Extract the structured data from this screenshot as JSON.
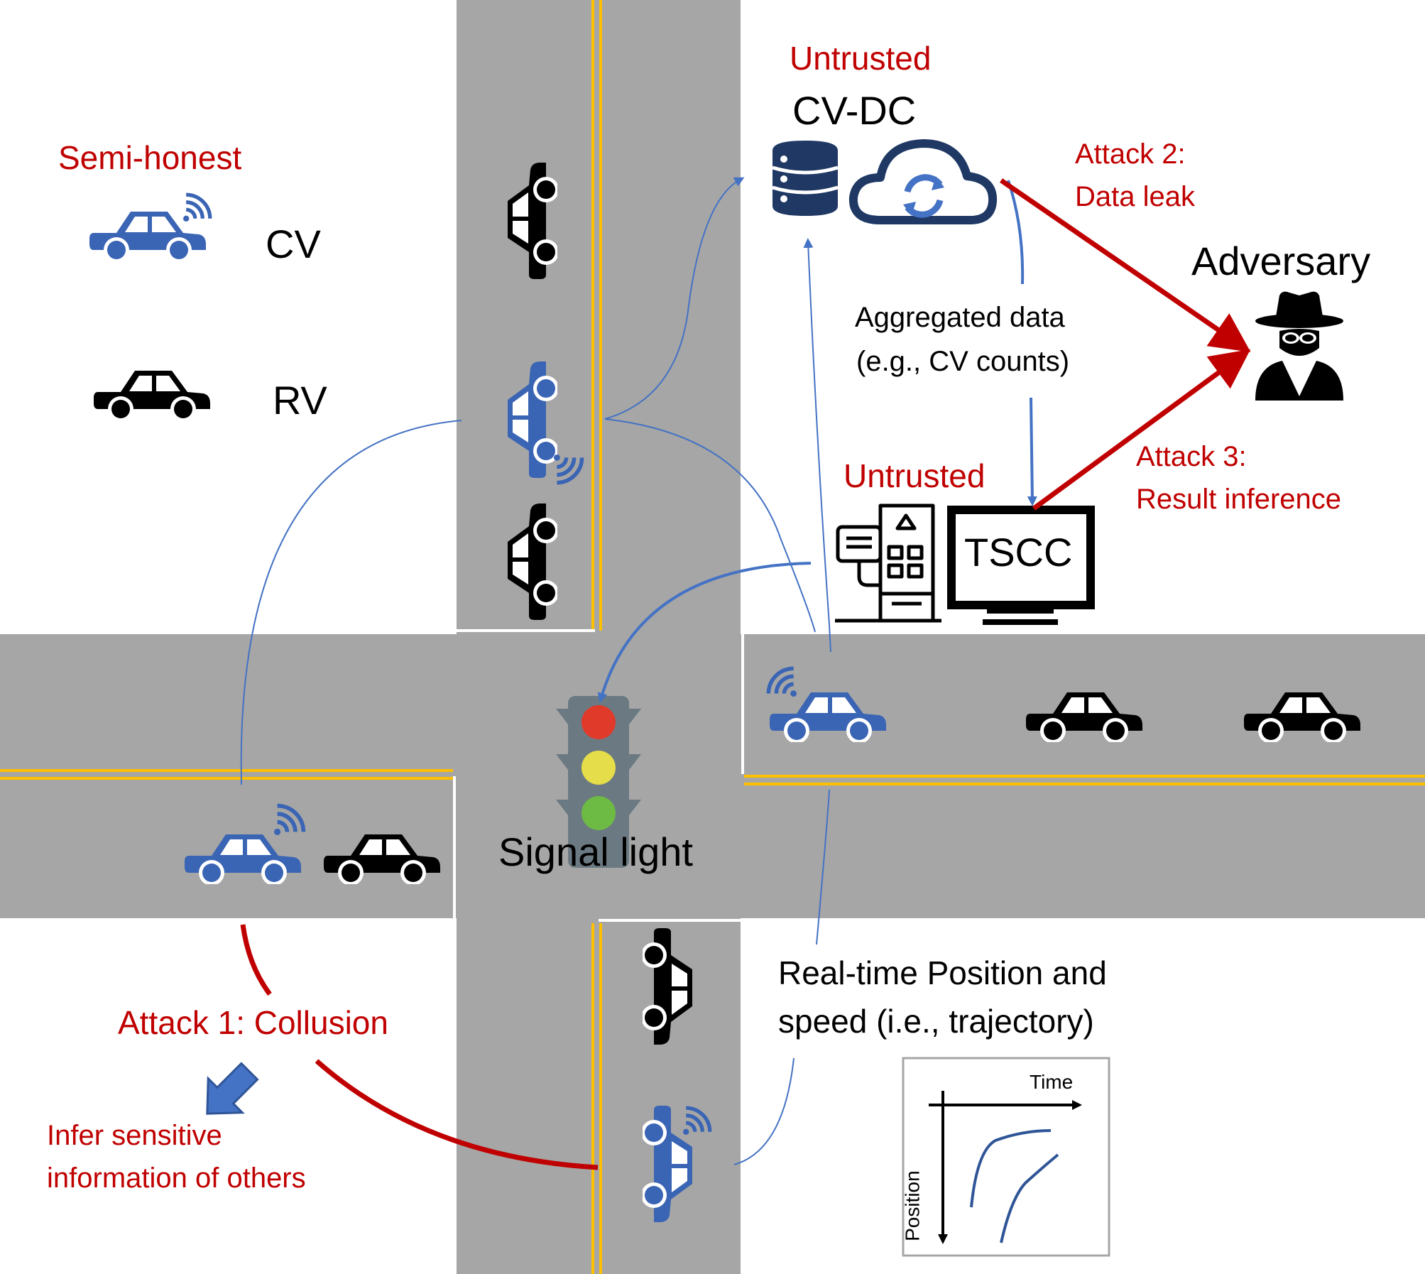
{
  "colors": {
    "road": "#a6a6a6",
    "lane_line": "#ffc000",
    "connected_vehicle": "#3a64b4",
    "regular_vehicle": "#000000",
    "attack": "#c00000",
    "flow": "#4472c4",
    "signal_red": "#e03a2a",
    "signal_yellow": "#e6dd4a",
    "signal_green": "#6dba44",
    "signal_body": "#6b7a82"
  },
  "legend": {
    "cv_role": "Semi-honest",
    "cv_label": "CV",
    "rv_label": "RV"
  },
  "cvdc": {
    "trust": "Untrusted",
    "label": "CV-DC",
    "icons": [
      "database-icon",
      "cloud-sync-icon"
    ]
  },
  "tscc": {
    "trust": "Untrusted",
    "label": "TSCC",
    "icons": [
      "traffic-controller-icon",
      "monitor-icon"
    ]
  },
  "adversary": {
    "label": "Adversary",
    "icon": "spy-icon"
  },
  "attacks": {
    "attack2_line1": "Attack 2:",
    "attack2_line2": "Data leak",
    "attack3_line1": "Attack 3:",
    "attack3_line2": "Result inference",
    "attack1": "Attack 1: Collusion",
    "infer_line1": "Infer sensitive",
    "infer_line2": "information of others"
  },
  "flows": {
    "aggregated_line1": "Aggregated data",
    "aggregated_line2": "(e.g., CV counts)",
    "realtime_line1": "Real-time Position and",
    "realtime_line2": "speed (i.e., trajectory)"
  },
  "signal": {
    "label": "Signal light",
    "icon": "traffic-light-icon"
  },
  "trajectory_plot": {
    "x_axis": "Time",
    "y_axis": "Position"
  }
}
